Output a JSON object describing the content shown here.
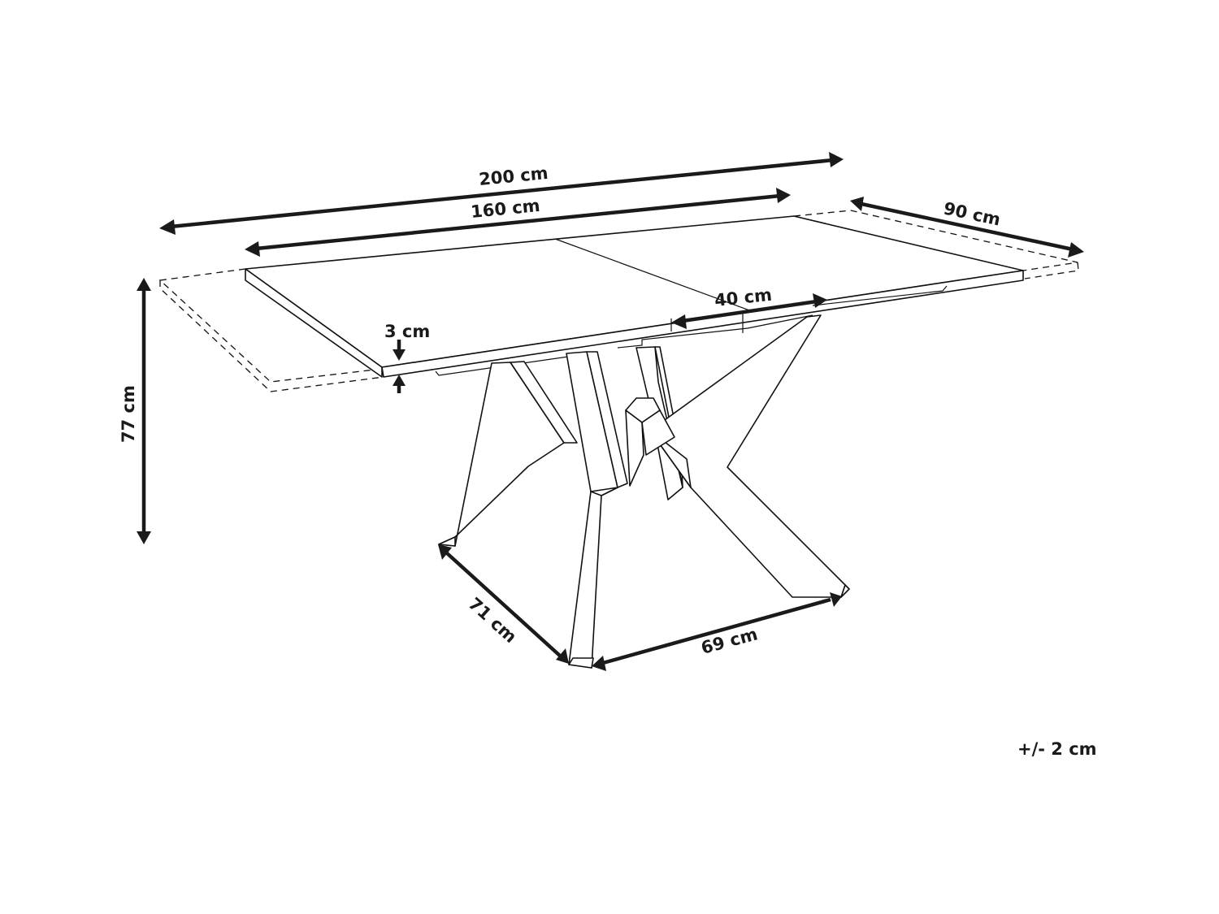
{
  "diagram": {
    "subject": "extendable dining table with X-shaped metal base",
    "dimensions": {
      "extended_length": "200 cm",
      "base_length": "160 cm",
      "depth": "90 cm",
      "extension_leaf": "40 cm",
      "top_thickness": "3 cm",
      "height": "77 cm",
      "base_side": "71 cm",
      "base_front": "69 cm"
    },
    "tolerance": "+/- 2 cm",
    "colors": {
      "line": "#111111",
      "dimension": "#1a1a1a",
      "background": "#ffffff"
    }
  }
}
